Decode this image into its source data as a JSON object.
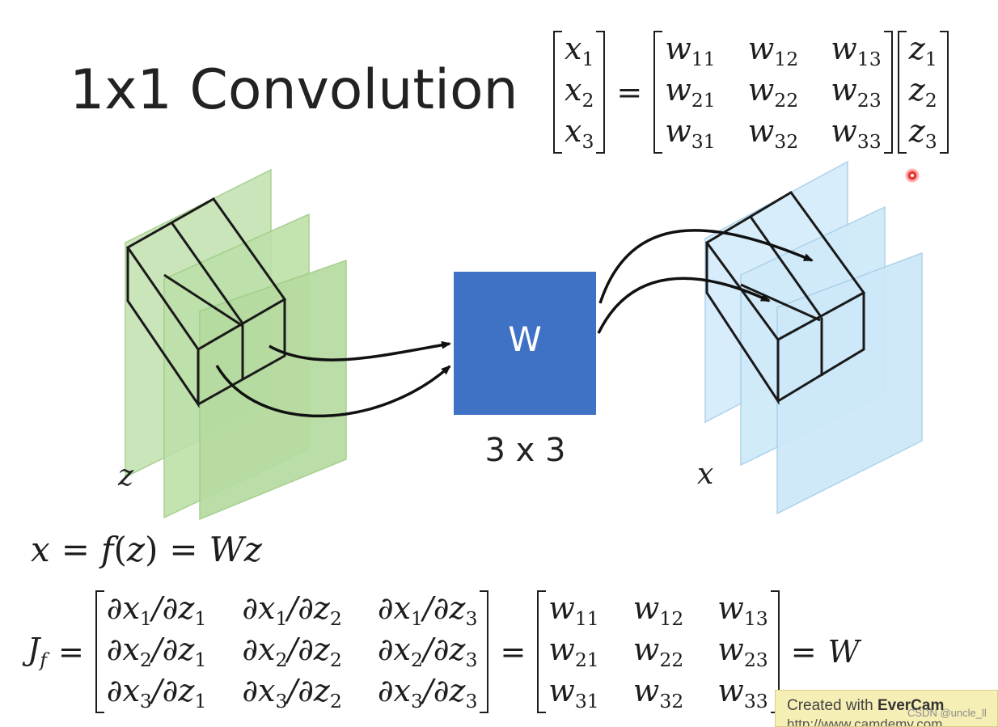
{
  "title": "1x1 Convolution",
  "top_equation": {
    "x": [
      "x",
      "x",
      "x"
    ],
    "x_sub": [
      "1",
      "2",
      "3"
    ],
    "equals": "=",
    "w": [
      [
        "w",
        "w",
        "w"
      ],
      [
        "w",
        "w",
        "w"
      ],
      [
        "w",
        "w",
        "w"
      ]
    ],
    "w_sub": [
      [
        "11",
        "12",
        "13"
      ],
      [
        "21",
        "22",
        "23"
      ],
      [
        "31",
        "32",
        "33"
      ]
    ],
    "z": [
      "z",
      "z",
      "z"
    ],
    "z_sub": [
      "1",
      "2",
      "3"
    ]
  },
  "diagram": {
    "w_box_label": "W",
    "w_box_size_label": "3 x 3",
    "input_label": "z",
    "output_label": "x",
    "colors": {
      "input_slab": "#b6dba0",
      "output_slab": "#cde8f8",
      "w_box": "#3f72c4",
      "recording_dot": "#e53935"
    }
  },
  "equation_fx": {
    "lhs": "x",
    "eq1": "=",
    "f": "f",
    "paren_open": "(",
    "z": "z",
    "paren_close": ")",
    "eq2": "=",
    "rhs": "Wz"
  },
  "jacobian": {
    "lhs": "J",
    "lhs_sub": "f",
    "eq1": "=",
    "entries": [
      [
        "∂x",
        "1",
        "/∂z",
        "1",
        "∂x",
        "1",
        "/∂z",
        "2",
        "∂x",
        "1",
        "/∂z",
        "3"
      ],
      [
        "∂x",
        "2",
        "/∂z",
        "1",
        "∂x",
        "2",
        "/∂z",
        "2",
        "∂x",
        "2",
        "/∂z",
        "3"
      ],
      [
        "∂x",
        "3",
        "/∂z",
        "1",
        "∂x",
        "3",
        "/∂z",
        "2",
        "∂x",
        "3",
        "/∂z",
        "3"
      ]
    ],
    "eq2": "=",
    "w": [
      [
        "w",
        "w",
        "w"
      ],
      [
        "w",
        "w",
        "w"
      ],
      [
        "w",
        "w",
        "w"
      ]
    ],
    "w_sub": [
      [
        "11",
        "12",
        "13"
      ],
      [
        "21",
        "22",
        "23"
      ],
      [
        "31",
        "32",
        "33"
      ]
    ],
    "eq3": "=",
    "rhs": "W"
  },
  "watermark": {
    "created_with": "Created with",
    "brand": "EverCam",
    "url": "http://www.camdemy.com"
  },
  "csdn_tag": "CSDN @uncle_ll"
}
